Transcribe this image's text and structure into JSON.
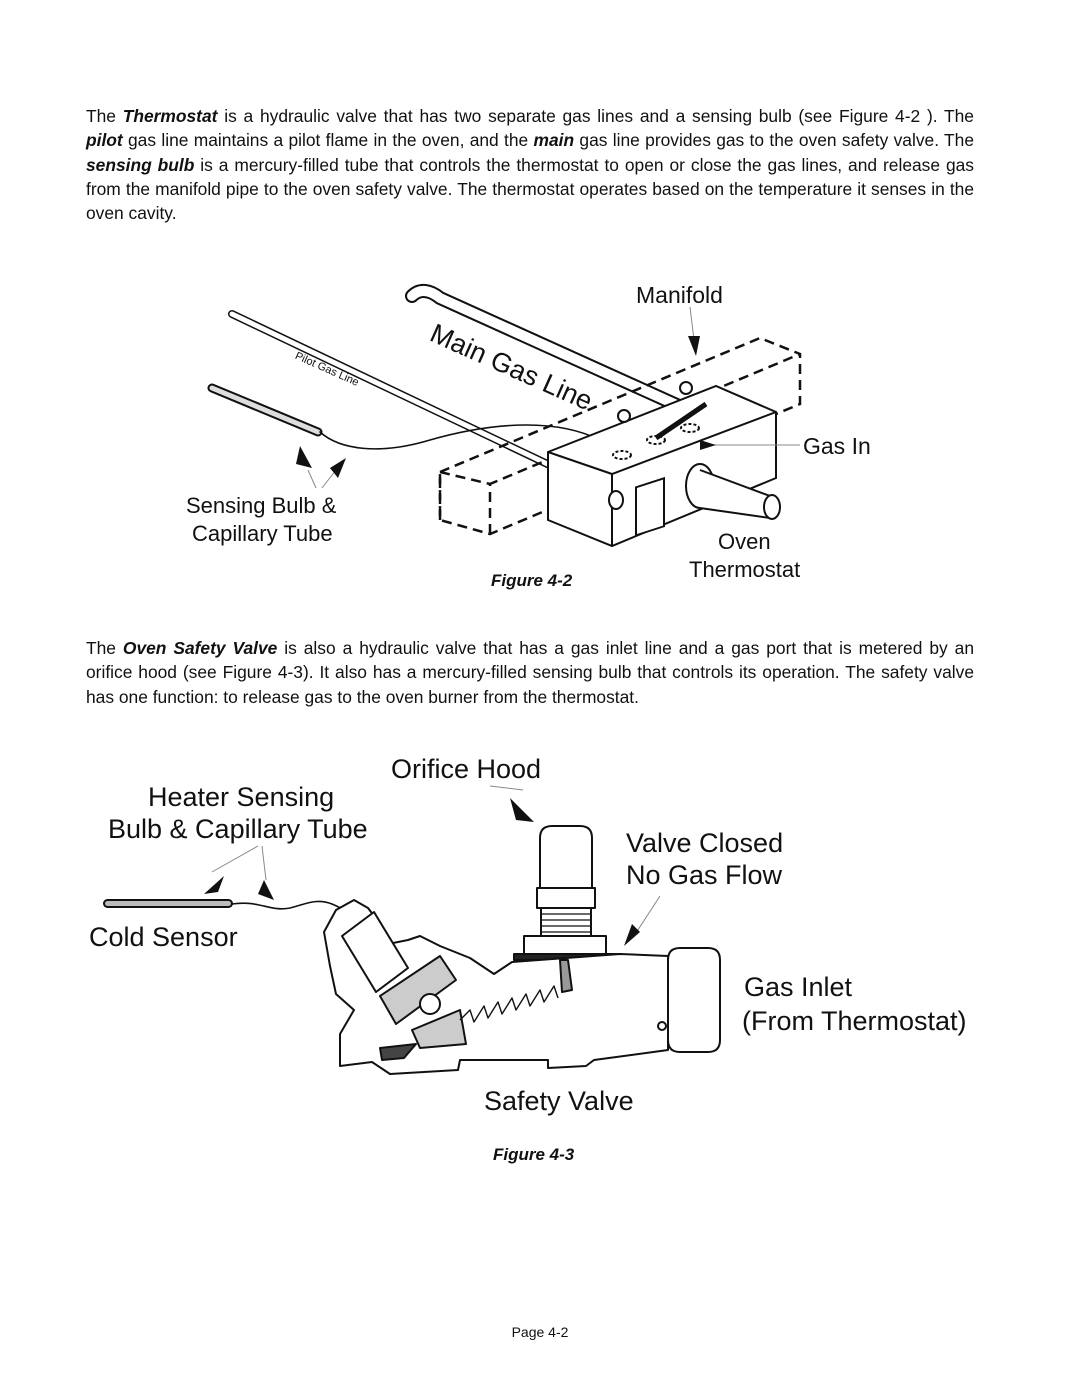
{
  "para1": {
    "t1": "The ",
    "b1": "Thermostat",
    "t2": " is a hydraulic valve that has two separate gas lines and a sensing bulb (see Figure 4-2 ). The ",
    "b2": "pilot",
    "t3": " gas line maintains a pilot flame in the oven, and the ",
    "b3": "main",
    "t4": " gas line provides gas to the oven safety valve. The ",
    "b4": "sensing bulb",
    "t5": " is a mercury-filled tube that controls the thermostat to open or close the gas lines, and release gas from the manifold pipe to the oven safety valve. The thermostat operates based on the temperature it senses in the oven cavity."
  },
  "fig2": {
    "manifold": "Manifold",
    "main_gas_line": "Main Gas Line",
    "pilot_gas_line": "Pilot Gas Line",
    "gas_in": "Gas In",
    "sensing_bulb_1": "Sensing Bulb &",
    "sensing_bulb_2": "Capillary Tube",
    "oven_1": "Oven",
    "oven_2": "Thermostat",
    "caption": "Figure 4-2"
  },
  "para2": {
    "t1": "The ",
    "b1": "Oven Safety Valve",
    "t2": " is also a hydraulic valve that has a gas inlet line and a gas port that is metered by an orifice hood (see Figure 4-3). It also has a mercury-filled sensing bulb that controls its operation. The safety valve has one function: to release gas to the oven burner from the thermostat."
  },
  "fig3": {
    "orifice_hood": "Orifice Hood",
    "heater_1": "Heater Sensing",
    "heater_2": "Bulb & Capillary Tube",
    "valve_closed_1": "Valve Closed",
    "valve_closed_2": "No Gas Flow",
    "cold_sensor": "Cold Sensor",
    "gas_inlet_1": "Gas Inlet",
    "gas_inlet_2": "(From Thermostat)",
    "safety_valve": "Safety Valve",
    "caption": "Figure 4-3"
  },
  "footer": {
    "page": "Page 4-2"
  }
}
